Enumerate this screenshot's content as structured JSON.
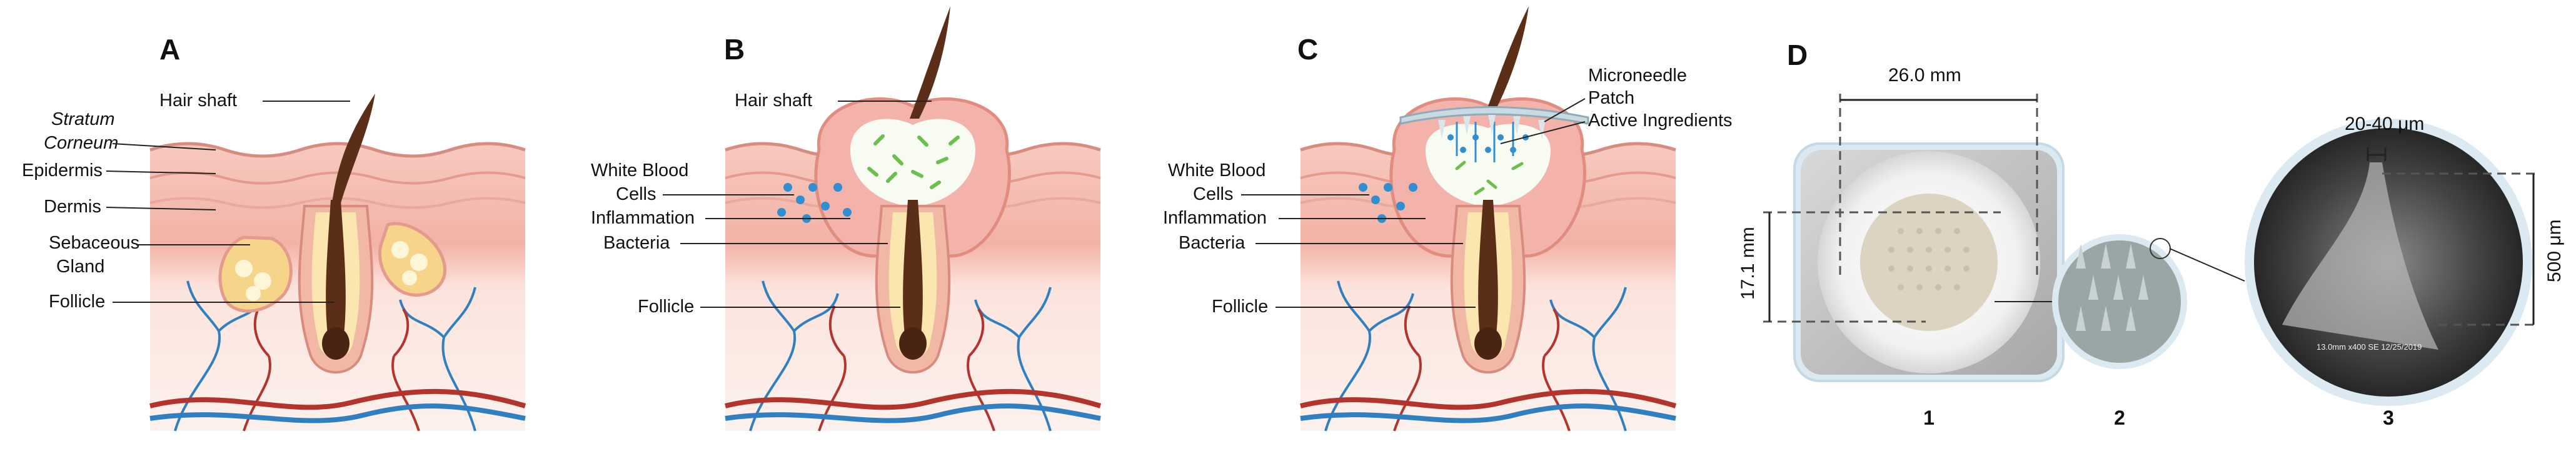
{
  "panels": {
    "A": {
      "letter": "A",
      "labels": {
        "hair_shaft": "Hair shaft",
        "stratum": "Stratum",
        "corneum": "Corneum",
        "epidermis": "Epidermis",
        "dermis": "Dermis",
        "sebaceous": "Sebaceous",
        "gland": "Gland",
        "follicle": "Follicle"
      }
    },
    "B": {
      "letter": "B",
      "labels": {
        "hair_shaft": "Hair shaft",
        "white_blood": "White Blood",
        "cells": "Cells",
        "inflammation": "Inflammation",
        "bacteria": "Bacteria",
        "follicle": "Follicle"
      }
    },
    "C": {
      "letter": "C",
      "labels": {
        "microneedle": "Microneedle",
        "patch": "Patch",
        "active_ingredients": "Active Ingredients",
        "white_blood": "White Blood",
        "cells": "Cells",
        "inflammation": "Inflammation",
        "bacteria": "Bacteria",
        "follicle": "Follicle"
      }
    },
    "D": {
      "letter": "D",
      "width_measure": "26.0 mm",
      "height_measure": "17.1 mm",
      "tip_measure": "20-40 μm",
      "length_measure": "500 μm",
      "sub_labels": [
        "1",
        "2",
        "3"
      ],
      "sem_caption": "13.0mm x400 SE 12/25/2019"
    }
  },
  "colors": {
    "skin_top": "#f3b6ad",
    "skin_mid": "#f7d2c8",
    "dermis": "#fbe9e4",
    "follicle_outer": "#f2b8a6",
    "follicle_inner": "#fbe6b0",
    "hair": "#5a2e17",
    "vein_blue": "#2f7fc1",
    "artery_red": "#b3342c",
    "bacteria_green": "#6cbf4a",
    "wbc_blue": "#2f8fd0"
  }
}
